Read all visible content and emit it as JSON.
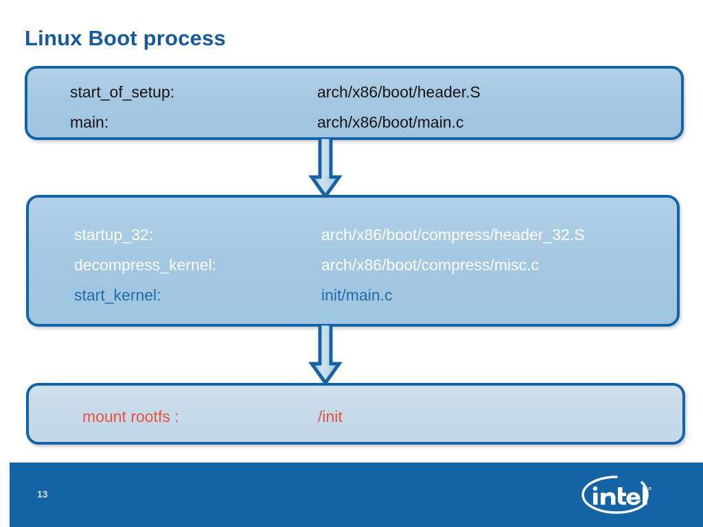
{
  "slide": {
    "title": "Linux Boot process",
    "page_number": "13",
    "logo_name": "intel",
    "colors": {
      "title_blue": "#15599e",
      "border_blue": "#1464a5",
      "box_fill_mid": "#a6c9e2",
      "box_fill_light": "#c8dcea",
      "footer_blue": "#1464a5",
      "text_black": "#111111",
      "text_white": "#ffffff",
      "text_blue": "#1f6cab",
      "text_red": "#e8523f"
    }
  },
  "stages": [
    {
      "name": "real-mode-setup",
      "fill": "mid",
      "rows": [
        {
          "label": "start_of_setup:",
          "value": "arch/x86/boot/header.S",
          "color": "black"
        },
        {
          "label": "main:",
          "value": "arch/x86/boot/main.c",
          "color": "black"
        }
      ]
    },
    {
      "name": "decompression-and-kernel-start",
      "fill": "mid",
      "rows": [
        {
          "label": "startup_32:",
          "value": "arch/x86/boot/compress/header_32.S",
          "color": "white"
        },
        {
          "label": "decompress_kernel:",
          "value": "arch/x86/boot/compress/misc.c",
          "color": "white"
        },
        {
          "label": "start_kernel:",
          "value": "init/main.c",
          "color": "blue"
        }
      ]
    },
    {
      "name": "userspace-init",
      "fill": "light",
      "rows": [
        {
          "label": "mount rootfs :",
          "value": "/init",
          "color": "red"
        }
      ]
    }
  ],
  "arrows": [
    {
      "name": "arrow-stage1-to-stage2",
      "direction": "down"
    },
    {
      "name": "arrow-stage2-to-stage3",
      "direction": "down"
    }
  ]
}
